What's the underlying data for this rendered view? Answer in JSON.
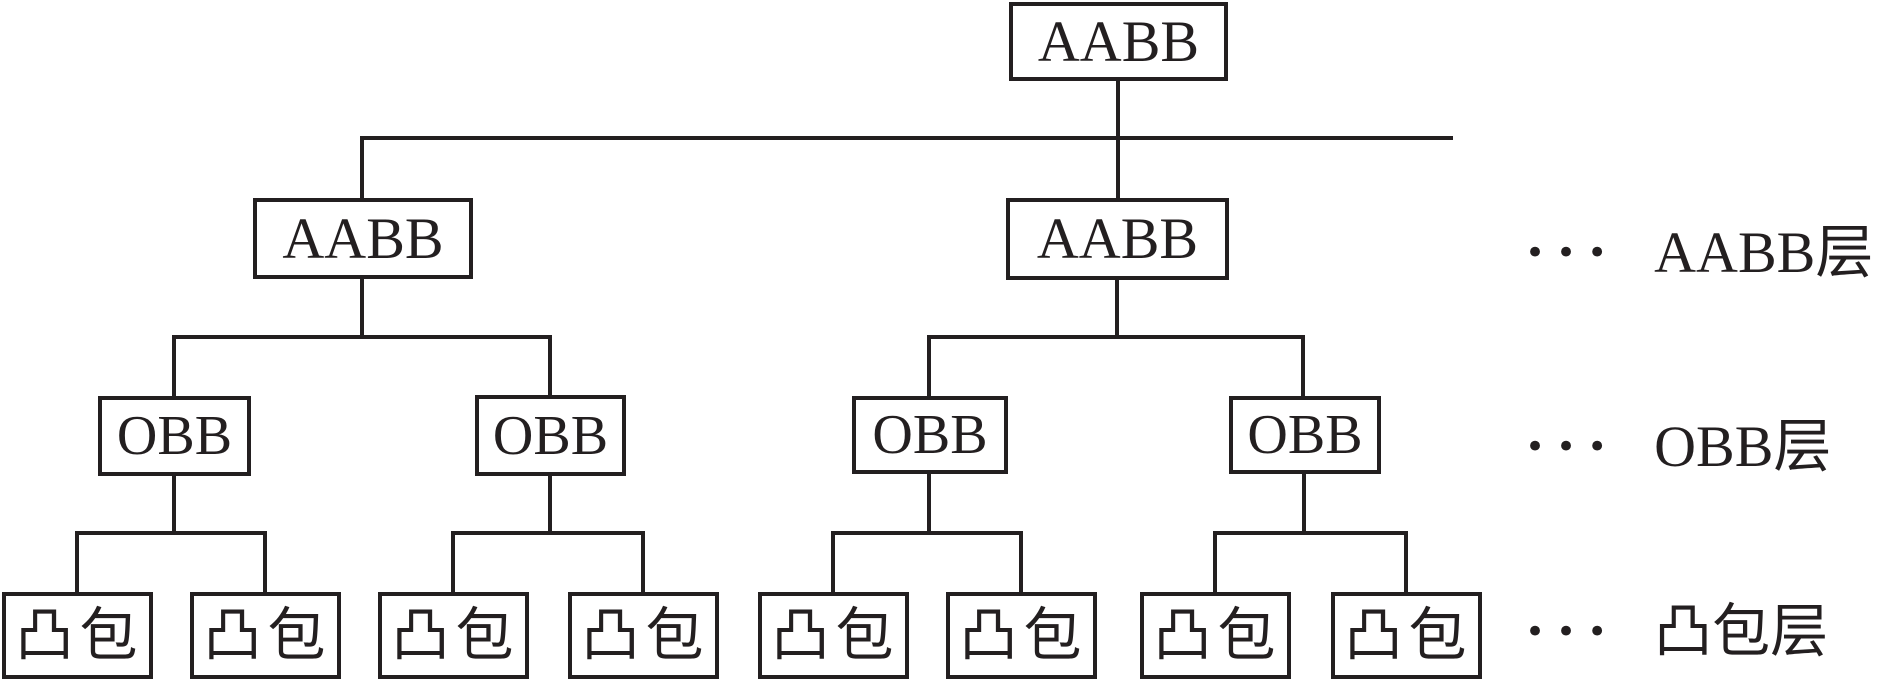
{
  "diagram": {
    "type": "tree",
    "description_rows": 4,
    "nodes": {
      "root": "AABB",
      "aabb": [
        "AABB",
        "AABB"
      ],
      "obb": [
        "OBB",
        "OBB",
        "OBB",
        "OBB"
      ],
      "hull": [
        "凸包",
        "凸包",
        "凸包",
        "凸包",
        "凸包",
        "凸包",
        "凸包",
        "凸包"
      ]
    },
    "row_labels": {
      "dots": "•••",
      "aabb": "AABB层",
      "obb": "OBB层",
      "hull": "凸包层"
    },
    "colors": {
      "line": "#231f20",
      "text": "#231f20",
      "background": "#ffffff"
    }
  }
}
